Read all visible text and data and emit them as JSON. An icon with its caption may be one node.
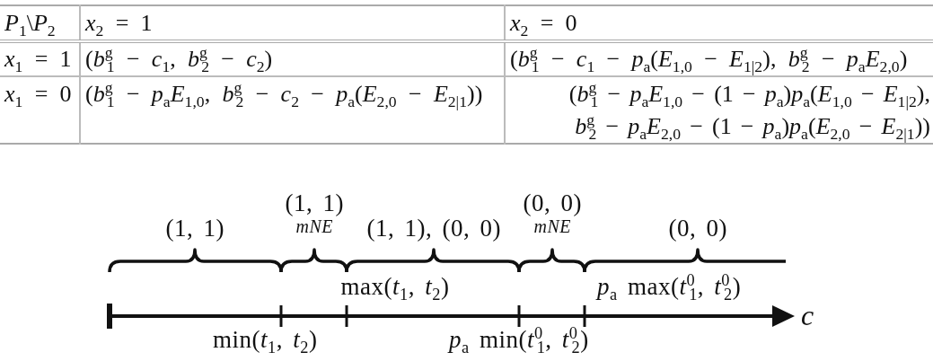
{
  "diagram": {
    "labels": [
      "*P*$_{1}$\\*P*$_{2}$",
      "*x*$_{2}$ = 1",
      "*x*$_{2}$ = 0",
      "*x*$_{1}$ = 1",
      "(*b*$^{g}$$_{1}$ − *c*$_{1}$, *b*$^{g}$$_{2}$ − *c*$_{2}$)",
      "(*b*$^{g}$$_{1}$ − *c*$_{1}$ − *p*$_{a}$(*E*$_{1,0}$ − *E*$_{1|2}$), *b*$^{g}$$_{2}$ − *p*$_{a}$*E*$_{2,0}$)",
      "*x*$_{1}$ = 0",
      "(*b*$^{g}$$_{1}$ − *p*$_{a}$*E*$_{1,0}$, *b*$^{g}$$_{2}$ − *c*$_{2}$ − *p*$_{a}$(*E*$_{2,0}$ − *E*$_{2|1}$))",
      "(*b*$^{g}$$_{1}$ − *p*$_{a}$*E*$_{1,0}$ − (1 − *p*$_{a}$)*p*$_{a}$(*E*$_{1,0}$ − *E*$_{1|2}$), *b*$^{g}$$_{2}$ − *p*$_{a}$*E*$_{2,0}$ − (1 − *p*$_{a}$)*p*$_{a}$(*E*$_{2,0}$ − *E*$_{2|1}$))",
      "(1, 1)",
      "(1, 1) *mNE*",
      "(1, 1), (0, 0)",
      "(0, 0) *mNE*",
      "(0, 0)",
      "max(*t*$_{1}$, *t*$_{2}$)",
      "*p*$_{a}$ max(*t*$^{0}$$_{1}$, *t*$^{0}$$_{2}$)",
      "c",
      "min(*t*$_{1}$, *t*$_{2}$)",
      "*p*$_{a}$ min(*t*$^{0}$$_{1}$, *t*$^{0}$$_{2}$)"
    ]
  }
}
